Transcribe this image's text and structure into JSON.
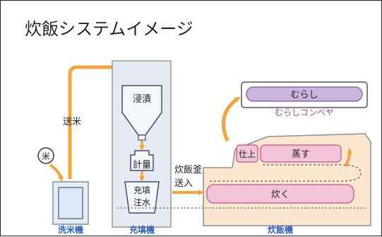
{
  "title": "炊飯システムイメージ",
  "labels": {
    "rice": "米",
    "feed": "送米",
    "soak": "浸漬",
    "weigh": "計量",
    "fill_line1": "充填",
    "fill_line2": "注水",
    "pot_feed_line1": "炊飯釜",
    "pot_feed_line2": "送入",
    "muras": "むらし",
    "muras_conveyor": "むらしコンベヤ",
    "finish": "仕上",
    "steam": "蒸す",
    "cook": "炊く",
    "washer": "洗米機",
    "filler": "充填機",
    "cooker": "炊飯機"
  },
  "colors": {
    "orange": "#f5a33a",
    "blue_label": "#2f5fb8",
    "muras_label": "#9b4fa8",
    "panel_bg": "#e6ebf2",
    "cooker_bg": "#fbe6cf",
    "pink_fill": "#f2c4d7",
    "pink_stroke": "#c46a93",
    "purple_fill": "#cdb4dc",
    "purple_stroke": "#8a6aa5"
  }
}
